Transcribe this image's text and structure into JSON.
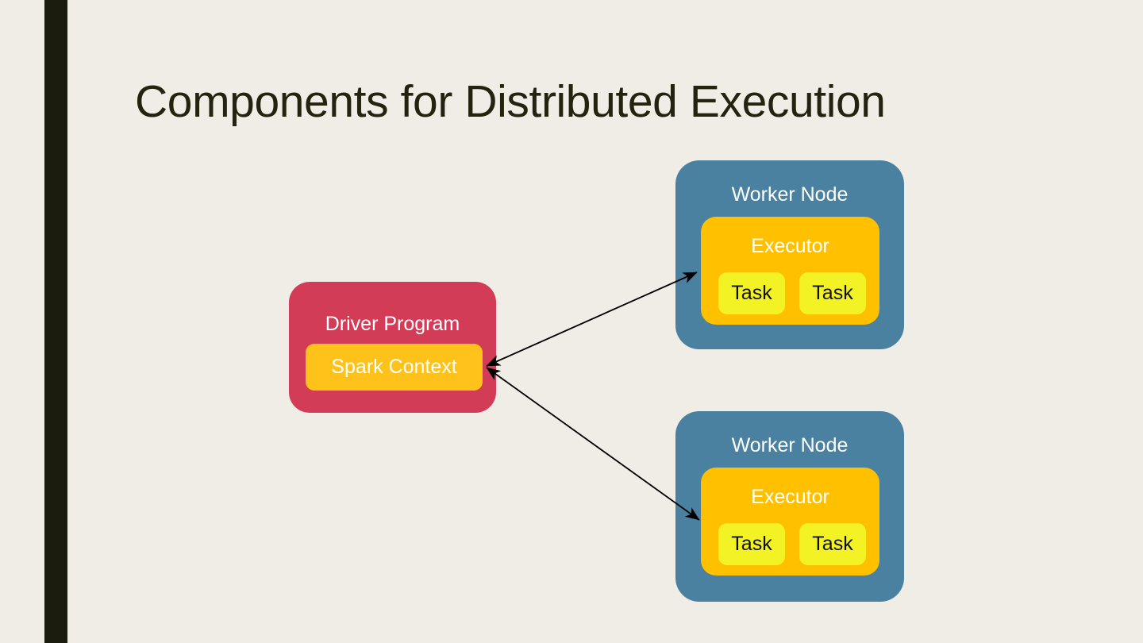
{
  "slide": {
    "title": "Components for Distributed Execution",
    "background_color": "#EFEDE6",
    "accent_bar_color": "#1C1C0E",
    "title_color": "#23230F"
  },
  "driver": {
    "label": "Driver Program",
    "color": "#D23C57",
    "text_color": "#FFFFFF",
    "spark_context": {
      "label": "Spark Context",
      "color": "#FFC21A",
      "text_color": "#FFFFFF"
    }
  },
  "workers": [
    {
      "label": "Worker Node",
      "color": "#4A80A0",
      "text_color": "#FFFFFF",
      "executor": {
        "label": "Executor",
        "color": "#FFC000",
        "text_color": "#FFFFFF",
        "tasks": [
          {
            "label": "Task",
            "color": "#F2F225",
            "text_color": "#111111"
          },
          {
            "label": "Task",
            "color": "#F2F225",
            "text_color": "#111111"
          }
        ]
      }
    },
    {
      "label": "Worker Node",
      "color": "#4A80A0",
      "text_color": "#FFFFFF",
      "executor": {
        "label": "Executor",
        "color": "#FFC000",
        "text_color": "#FFFFFF",
        "tasks": [
          {
            "label": "Task",
            "color": "#F2F225",
            "text_color": "#111111"
          },
          {
            "label": "Task",
            "color": "#F2F225",
            "text_color": "#111111"
          }
        ]
      }
    }
  ],
  "connectors": [
    {
      "name": "driver-to-worker-1",
      "from": "Spark Context",
      "to": "Executor (Worker Node 1)",
      "style": "double-headed-arrow",
      "color": "#000000"
    },
    {
      "name": "driver-to-worker-2",
      "from": "Spark Context",
      "to": "Executor (Worker Node 2)",
      "style": "double-headed-arrow",
      "color": "#000000"
    }
  ]
}
